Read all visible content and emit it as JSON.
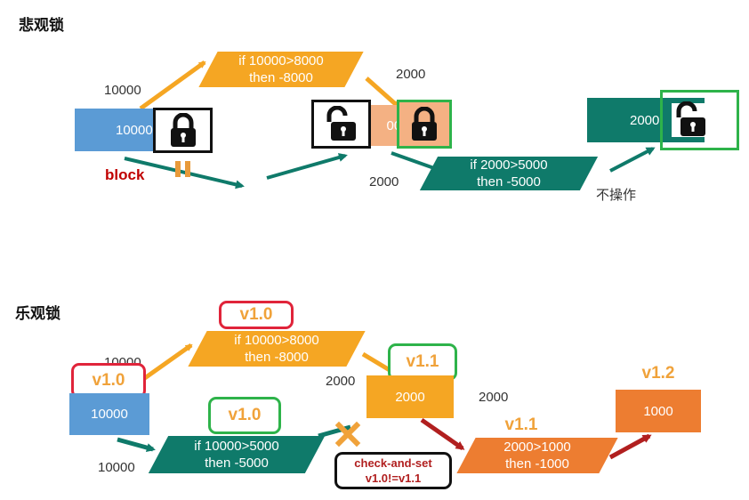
{
  "pessimistic": {
    "title": "悲观锁",
    "label_10000_top": "10000",
    "box_account": "10000",
    "block_label": "block",
    "cond_box": {
      "line1": "if 10000>8000",
      "line2": "then -8000"
    },
    "label_2000_top": "2000",
    "box_middle_partial": "000",
    "label_2000_left": "2000",
    "cond_box2": {
      "line1": "if 2000>5000",
      "line2": "then -5000"
    },
    "box_right": "2000",
    "no_op_label": "不操作"
  },
  "optimistic": {
    "title": "乐观锁",
    "label_10000_top": "10000",
    "ver_left": "v1.0",
    "box_account": "10000",
    "label_10000_bottom": "10000",
    "ver_top": "v1.0",
    "cond_box_top": {
      "line1": "if 10000>8000",
      "line2": "then -8000"
    },
    "ver_mid_green": "v1.0",
    "cond_box_bottom": {
      "line1": "if 10000>5000",
      "line2": "then -5000"
    },
    "label_2000_left": "2000",
    "ver_box_right": "v1.1",
    "box_2000": "2000",
    "label_2000_right": "2000",
    "check_and_set": {
      "line1": "check-and-set",
      "line2": "v1.0!=v1.1"
    },
    "ver_update": "v1.1",
    "cond_box_update": {
      "line1": "2000>1000",
      "line2": "then -1000"
    },
    "ver_final": "v1.2",
    "box_final": "1000"
  },
  "colors": {
    "blue": "#5b9bd5",
    "orange": "#f5a623",
    "teal": "#0f7a6a",
    "dark_orange": "#ed7d31",
    "red_arrow": "#b11f1f",
    "green_ring": "#2eb34a",
    "red_ring": "#e0243a",
    "black_ring": "#111111"
  }
}
